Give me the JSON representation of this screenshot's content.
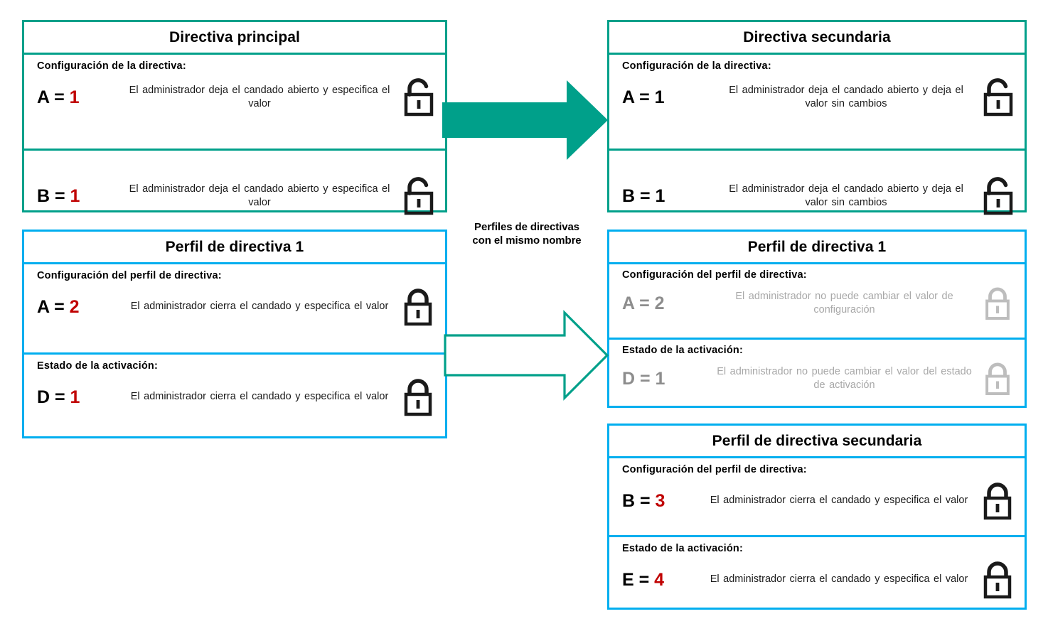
{
  "colors": {
    "teal": "#00a08a",
    "blue": "#00aeef",
    "red_value": "#c00000",
    "disabled_grey": "#a8a8a8",
    "text": "#000000"
  },
  "caption": {
    "line1": "Perfiles de directivas",
    "line2": "con el mismo nombre"
  },
  "cards": {
    "parent_policy": {
      "title": "Directiva principal",
      "section_label": "Configuración  de la directiva:",
      "rows": [
        {
          "key": "A = ",
          "value": "1",
          "description": "El administrador  deja  el candado  abierto  y especifica  el valor",
          "lock": "unlocked-icon"
        },
        {
          "key": "B = ",
          "value": "1",
          "description": "El administrador  deja  el candado  abierto  y especifica  el valor",
          "lock": "unlocked-icon"
        }
      ]
    },
    "child_policy": {
      "title": "Directiva secundaria",
      "section_label": "Configuración  de la directiva:",
      "rows": [
        {
          "key": "A = ",
          "value": "1",
          "description": "El administrador  deja  el candado  abierto  y deja  el valor  sin cambios",
          "lock": "unlocked-icon"
        },
        {
          "key": "B = ",
          "value": "1",
          "description": "El administrador  deja  el candado  abierto  y deja  el valor  sin cambios",
          "lock": "unlocked-icon"
        }
      ]
    },
    "policy_profile_left": {
      "title": "Perfil de directiva 1",
      "rows": [
        {
          "section_label": "Configuración  del perfil  de directiva:",
          "key": "A = ",
          "value": "2",
          "description": "El administrador  cierra el candado  y especifica el valor",
          "lock": "locked-icon"
        },
        {
          "section_label": "Estado  de la activación:",
          "key": "D = ",
          "value": "1",
          "description": "El administrador  cierra el candado  y especifica el valor",
          "lock": "locked-icon"
        }
      ]
    },
    "policy_profile_right": {
      "title": "Perfil de directiva 1",
      "rows": [
        {
          "section_label": "Configuración  del perfil  de directiva:",
          "key": "A = 2",
          "value": "",
          "description": "El administrador  no puede  cambiar  el valor  de configuración",
          "lock": "locked-disabled-icon"
        },
        {
          "section_label": "Estado  de la activación:",
          "key": "D = 1",
          "value": "",
          "description": "El administrador  no puede  cambiar  el valor del estado  de activación",
          "lock": "locked-disabled-icon"
        }
      ]
    },
    "child_policy_profile": {
      "title": "Perfil de directiva secundaria",
      "rows": [
        {
          "section_label": "Configuración  del perfil  de directiva:",
          "key": "B = ",
          "value": "3",
          "description": "El administrador  cierra el candado  y especifica el valor",
          "lock": "locked-icon"
        },
        {
          "section_label": "Estado  de la activación:",
          "key": "E = ",
          "value": "4",
          "description": "El administrador  cierra el candado  y especifica el valor",
          "lock": "locked-icon"
        }
      ]
    }
  }
}
